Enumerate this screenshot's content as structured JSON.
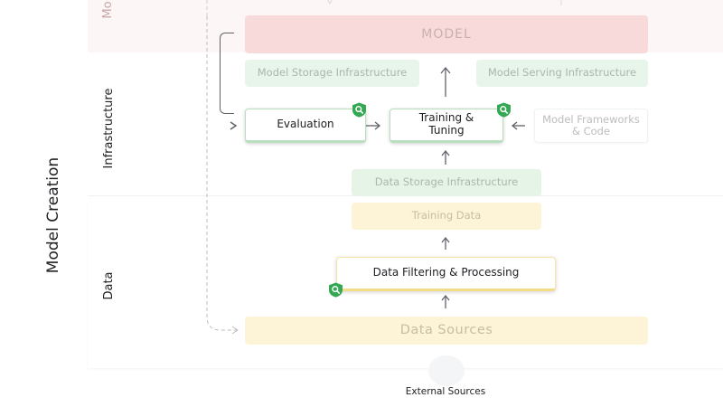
{
  "diagram": {
    "section_title": "Model Creation",
    "bands": {
      "model": "Mo",
      "infrastructure": "Infrastructure",
      "data": "Data"
    },
    "nodes": {
      "model": "MODEL",
      "model_storage": "Model Storage Infrastructure",
      "model_serving": "Model Serving Infrastructure",
      "evaluation": "Evaluation",
      "training_tuning": "Training & Tuning",
      "model_frameworks": "Model Frameworks & Code",
      "data_storage": "Data Storage Infrastructure",
      "training_data": "Training Data",
      "data_filtering": "Data Filtering & Processing",
      "data_sources": "Data Sources",
      "external_sources": "External Sources"
    },
    "colors": {
      "model_band": "#f5d6d6",
      "model_box": "#f8dada",
      "infra_band": "#cdebd4",
      "data_band": "#fbe7a6",
      "badge": "#34a853",
      "arrow": "#5f6368"
    },
    "icons": {
      "badge": "magnifier-shield-icon"
    }
  }
}
